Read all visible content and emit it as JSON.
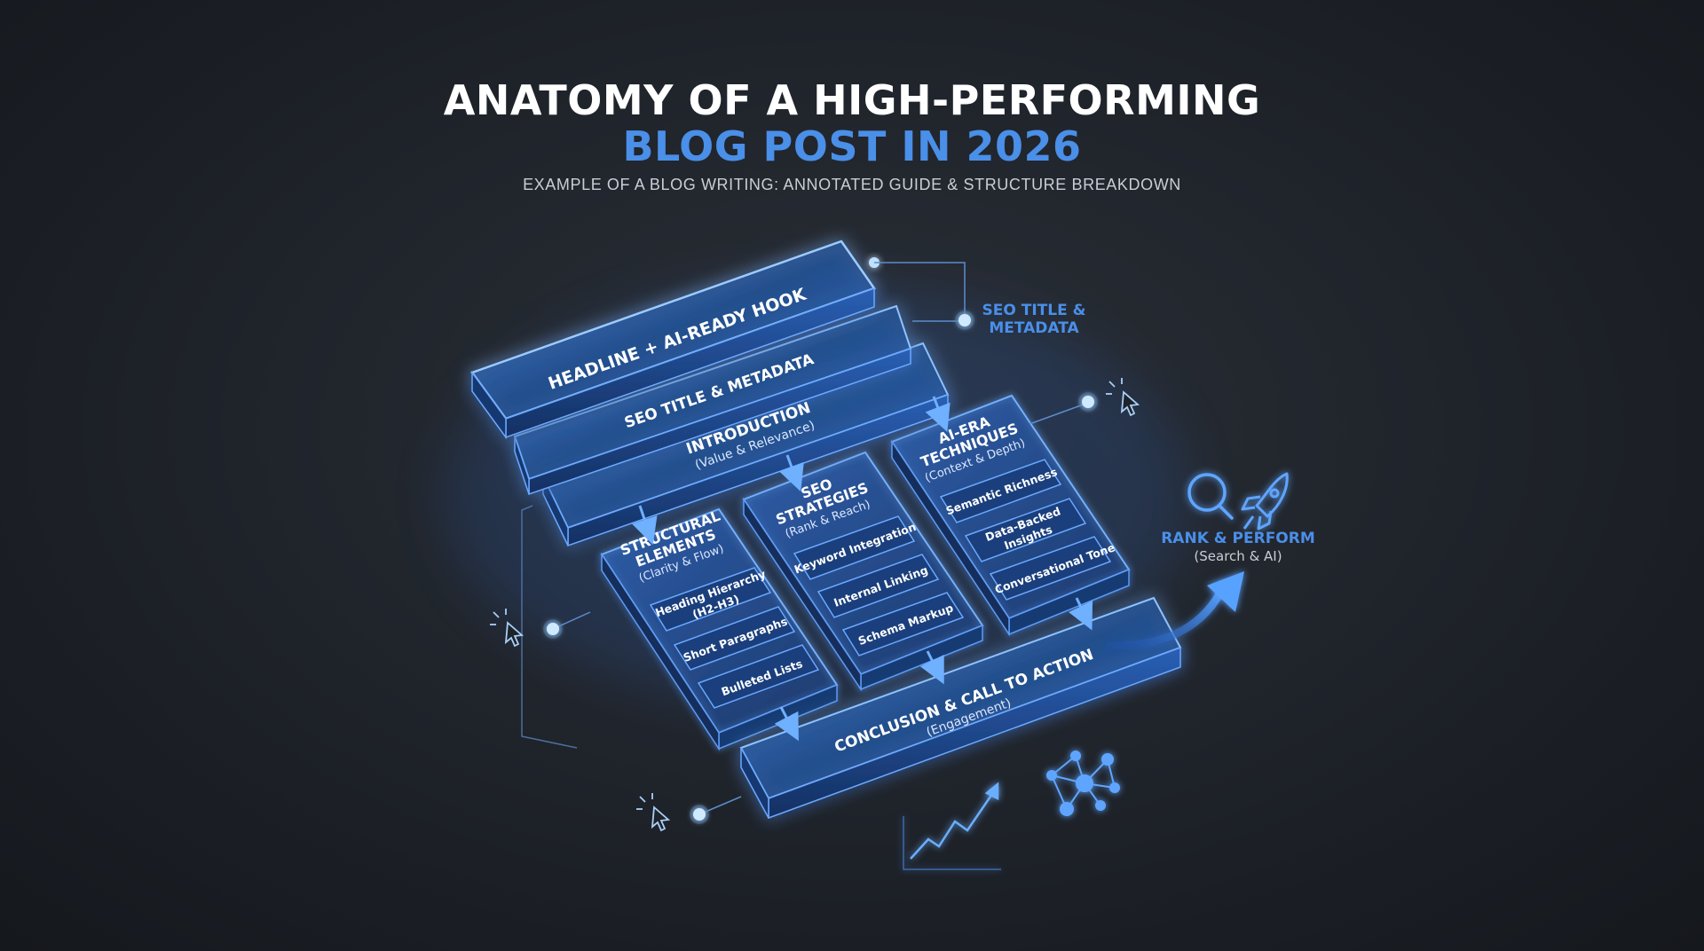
{
  "header": {
    "title_line1": "ANATOMY OF A HIGH-PERFORMING",
    "title_line2": "BLOG POST IN 2026",
    "subtitle": "EXAMPLE OF A BLOG WRITING: ANNOTATED GUIDE & STRUCTURE BREAKDOWN"
  },
  "layers": {
    "headline": "HEADLINE + AI-READY HOOK",
    "seo_title": "SEO TITLE & METADATA",
    "introduction": {
      "title": "INTRODUCTION",
      "subtitle": "(Value & Relevance)"
    },
    "conclusion": {
      "title": "CONCLUSION & CALL TO ACTION",
      "subtitle": "(Engagement)"
    }
  },
  "columns": {
    "structural": {
      "title_line1": "STRUCTURAL",
      "title_line2": "ELEMENTS",
      "subtitle": "(Clarity & Flow)",
      "items": [
        "Heading Hierarchy",
        "(H2-H3)",
        "Short Paragraphs",
        "Bulleted Lists"
      ]
    },
    "seo": {
      "title_line1": "SEO",
      "title_line2": "STRATEGIES",
      "subtitle": "(Rank & Reach)",
      "items": [
        "Keyword Integration",
        "Internal Linking",
        "Schema Markup"
      ]
    },
    "ai": {
      "title_line1": "AI-ERA",
      "title_line2": "TECHNIQUES",
      "subtitle": "(Context & Depth)",
      "items": [
        "Semantic Richness",
        "Data-Backed",
        "Insights",
        "Conversational Tone"
      ]
    }
  },
  "callouts": {
    "seo_title_line1": "SEO TITLE &",
    "seo_title_line2": "METADATA",
    "rank_title": "RANK & PERFORM",
    "rank_sub": "(Search & AI)"
  },
  "icons": {
    "cursor": "cursor-click-icon",
    "search": "search-icon",
    "rocket": "rocket-icon",
    "chart": "line-chart-icon",
    "network": "network-icon"
  },
  "colors": {
    "accent": "#4a8fe8",
    "glow": "#3f86ff",
    "slab_fill": "#1d3f78",
    "background": "#1e2229"
  }
}
